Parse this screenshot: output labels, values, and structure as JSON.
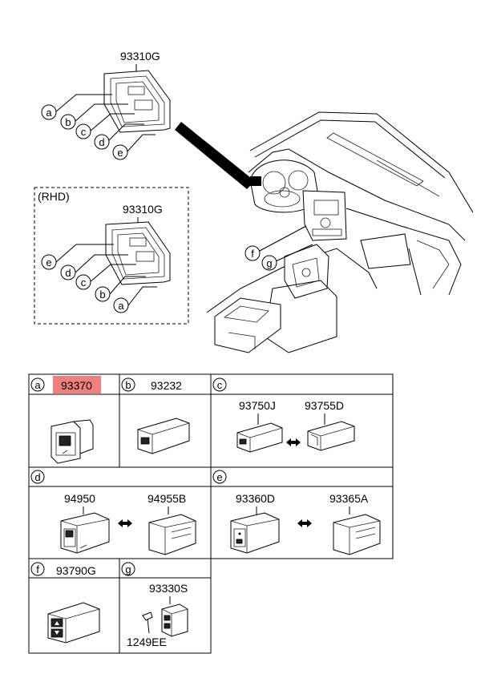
{
  "colors": {
    "highlight": "#f08080",
    "line": "#000000",
    "background": "#ffffff"
  },
  "top": {
    "assembly_part": "93310G",
    "callouts_lhd": [
      "a",
      "b",
      "c",
      "d",
      "e"
    ],
    "rhd_caption": "(RHD)",
    "rhd_assembly_part": "93310G",
    "callouts_rhd": [
      "e",
      "d",
      "c",
      "b",
      "a"
    ],
    "dash_callouts": [
      "f",
      "g"
    ]
  },
  "table": {
    "cells": [
      {
        "letter": "a",
        "parts": [
          "93370"
        ],
        "highlighted": true
      },
      {
        "letter": "b",
        "parts": [
          "93232"
        ]
      },
      {
        "letter": "c",
        "parts": [
          "93750J",
          "93755D"
        ],
        "alternate": true
      },
      {
        "letter": "d",
        "parts": [
          "94950",
          "94955B"
        ],
        "alternate": true
      },
      {
        "letter": "e",
        "parts": [
          "93360D",
          "93365A"
        ],
        "alternate": true
      },
      {
        "letter": "f",
        "parts": [
          "93790G"
        ]
      },
      {
        "letter": "g",
        "parts": [
          "93330S",
          "1249EE"
        ]
      }
    ],
    "alternate_icon": "double-arrow-icon"
  }
}
